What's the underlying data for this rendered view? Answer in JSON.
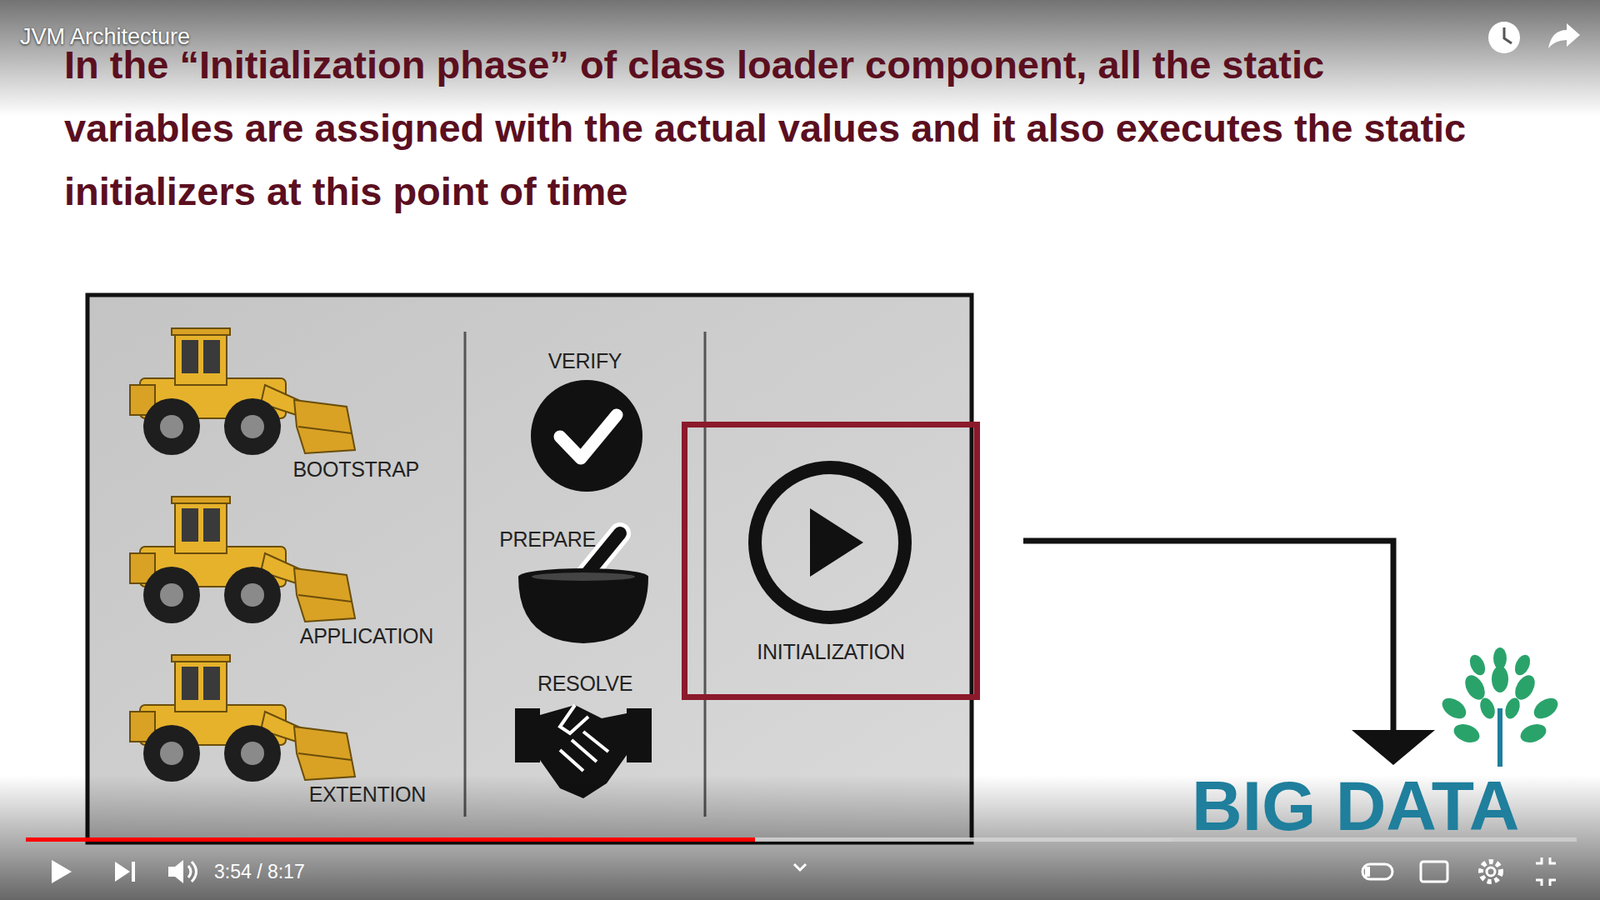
{
  "diagram": {
    "title": "In the “Initialization phase” of class loader component, all the static variables are assigned with the actual values and it also executes the static initializers at this point of time",
    "nodes": [
      {
        "text": [
          "INITIALIZATION"
        ]
      }
    ],
    "labels": [
      "JVM Architecture",
      "BOOTSTRAP",
      "APPLICATION",
      "EXTENTION",
      "VERIFY",
      "PREPARE",
      "RESOLVE",
      "BIG DATA",
      "3:54 / 8:17"
    ]
  }
}
